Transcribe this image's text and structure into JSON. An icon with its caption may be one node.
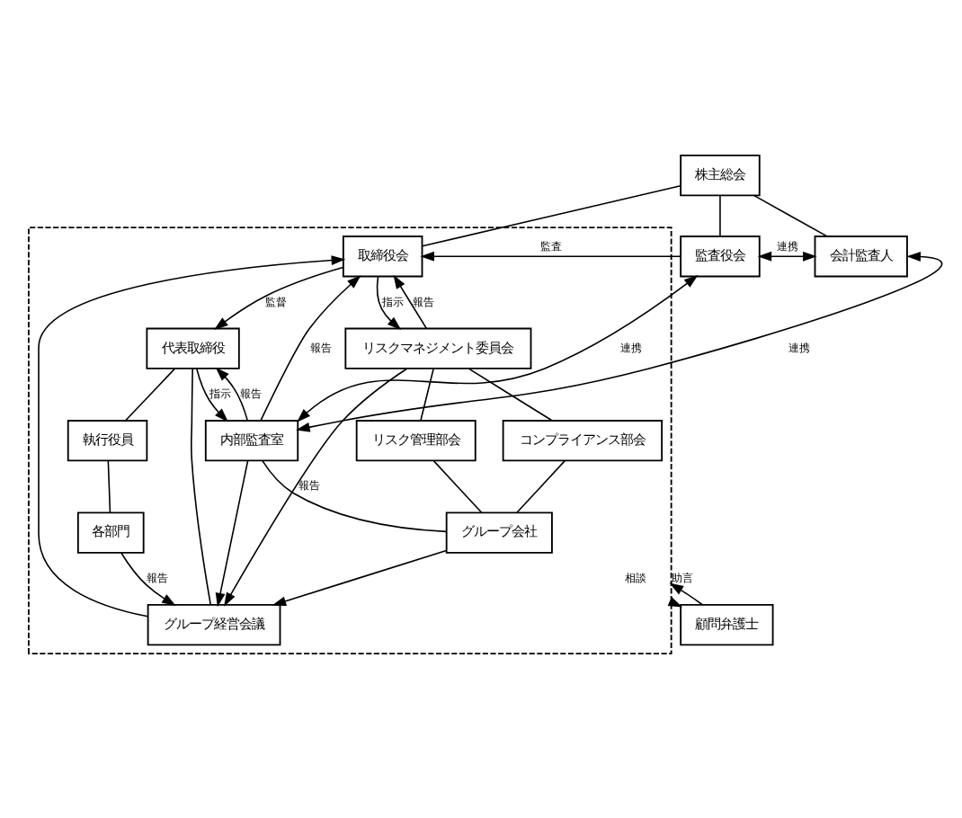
{
  "diagram": {
    "nodes": [
      {
        "text": [
          "株主総会"
        ]
      },
      {
        "text": [],
        "shape": "box"
      },
      {
        "text": [
          "取締役会"
        ],
        "in": 1
      },
      {
        "text": [
          "監査役会"
        ]
      },
      {
        "text": [
          "会計監査人"
        ]
      },
      {
        "text": [
          "リスクマネジメント委員会"
        ],
        "in": 1
      },
      {
        "text": [
          "代表取締役"
        ],
        "in": 1
      },
      {
        "text": [
          "内部監査室"
        ],
        "in": 1
      },
      {
        "text": [
          "グループ経営会議"
        ],
        "in": 1
      },
      {
        "text": [
          "コンプライアンス部会"
        ],
        "in": 1
      },
      {
        "text": [
          "リスク管理部会"
        ],
        "in": 1
      },
      {
        "text": [
          "執行役員"
        ],
        "in": 1
      },
      {
        "text": [
          "各部門"
        ],
        "in": 1
      },
      {
        "text": [
          "顧問弁護士"
        ]
      },
      {
        "text": [
          "グループ会社"
        ],
        "in": 1
      }
    ],
    "edges": [
      {
        "from": 0,
        "to": 2,
        "arrow": "none"
      },
      {
        "from": 0,
        "to": 3,
        "arrow": "none"
      },
      {
        "from": 0,
        "to": 4,
        "arrow": "none"
      },
      {
        "from": 3,
        "to": 2,
        "arrow": "to",
        "label": "監査"
      },
      {
        "from": 7,
        "to": 2,
        "arrow": "to",
        "label": "報告"
      },
      {
        "from": 8,
        "to": 2,
        "arrow": "to"
      },
      {
        "from": 2,
        "to": 5,
        "arrow": "to",
        "label": "指示"
      },
      {
        "from": 5,
        "to": 2,
        "arrow": "to",
        "label": "報告"
      },
      {
        "from": 2,
        "to": 6,
        "arrow": "to",
        "label": "監督"
      },
      {
        "from": 3,
        "to": 7,
        "arrow": "both",
        "label": "連携"
      },
      {
        "from": 3,
        "to": 4,
        "arrow": "both",
        "label": "連携"
      },
      {
        "from": 7,
        "to": 4,
        "arrow": "both",
        "label": "連携"
      },
      {
        "from": 6,
        "to": 7,
        "arrow": "to",
        "label": "指示"
      },
      {
        "from": 7,
        "to": 6,
        "arrow": "to",
        "label": "報告"
      },
      {
        "from": 7,
        "to": 8,
        "arrow": "to"
      },
      {
        "from": 6,
        "to": 8,
        "arrow": "none"
      },
      {
        "from": 6,
        "to": 11,
        "arrow": "none"
      },
      {
        "from": 11,
        "to": 12,
        "arrow": "none"
      },
      {
        "from": 12,
        "to": 8,
        "arrow": "to",
        "label": "報告"
      },
      {
        "from": 14,
        "to": 8,
        "arrow": "to"
      },
      {
        "from": 7,
        "to": 14,
        "arrow": "none"
      },
      {
        "from": 5,
        "to": 8,
        "arrow": "to",
        "label": "報告"
      },
      {
        "from": 5,
        "to": 9,
        "arrow": "none"
      },
      {
        "from": 5,
        "to": 10,
        "arrow": "none"
      },
      {
        "from": 9,
        "to": 14,
        "arrow": "none"
      },
      {
        "from": 10,
        "to": 14,
        "arrow": "none"
      },
      {
        "from": 1,
        "to": 13,
        "arrow": "to",
        "label": "相談"
      },
      {
        "from": 13,
        "to": 1,
        "arrow": "to",
        "label": "助言"
      }
    ]
  }
}
